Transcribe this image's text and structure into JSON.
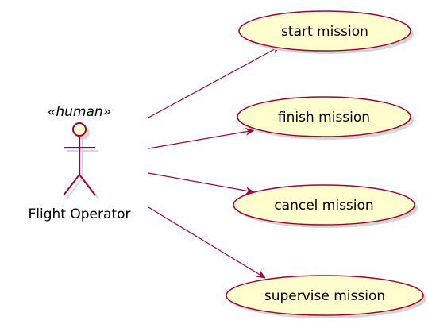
{
  "colors": {
    "usecase_fill": "#FEFECE",
    "stroke": "#A80036",
    "shadow": "#D6D6D6",
    "text": "#000000"
  },
  "actor": {
    "name": "Flight Operator",
    "stereotype": "«human»",
    "icon": "stick-figure-actor-icon"
  },
  "use_cases": [
    {
      "id": "start",
      "label": "start mission"
    },
    {
      "id": "finish",
      "label": "finish mission"
    },
    {
      "id": "cancel",
      "label": "cancel mission"
    },
    {
      "id": "supervise",
      "label": "supervise mission"
    }
  ],
  "relations": [
    {
      "from": "actor",
      "to": "start"
    },
    {
      "from": "actor",
      "to": "finish"
    },
    {
      "from": "actor",
      "to": "cancel"
    },
    {
      "from": "actor",
      "to": "supervise"
    }
  ]
}
